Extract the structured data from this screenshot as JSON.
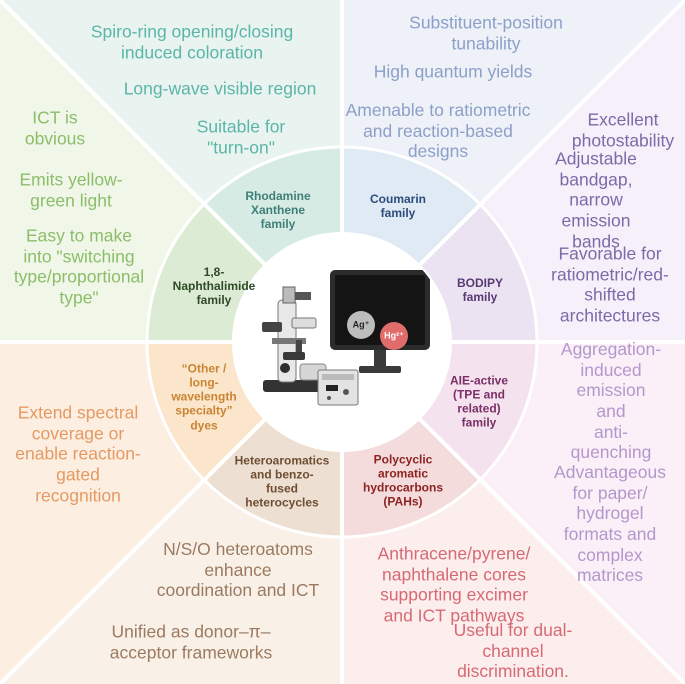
{
  "center": {
    "monitor_labels": [
      "Ag⁺",
      "Hg²⁺"
    ]
  },
  "families": [
    {
      "id": "rhodamine",
      "label": "Rhodamine\nXanthene\nfamily",
      "color": "#3f7f78"
    },
    {
      "id": "coumarin",
      "label": "Coumarin\nfamily",
      "color": "#2c4c7c"
    },
    {
      "id": "bodipy",
      "label": "BODIPY\nfamily",
      "color": "#583a74"
    },
    {
      "id": "aie",
      "label": "AIE-active\n(TPE and\nrelated)\nfamily",
      "color": "#7a2f66"
    },
    {
      "id": "pah",
      "label": "Polycyclic\naromatic\nhydrocarbons\n(PAHs)",
      "color": "#8b2423"
    },
    {
      "id": "hetero",
      "label": "Heteroaromatics\nand benzo-\nfused\nheterocycles",
      "color": "#6e4e33"
    },
    {
      "id": "other",
      "label": "“Other /\nlong-\nwavelength\nspecialty”\ndyes",
      "color": "#c98532"
    },
    {
      "id": "naphthalimide",
      "label": "1,8-\nNaphthalimide\nfamily",
      "color": "#2e4a26"
    }
  ],
  "features": {
    "rhodamine": [
      "Spiro-ring opening/closing\ninduced coloration",
      "Long-wave visible region",
      "Suitable for\n\"turn-on\""
    ],
    "coumarin": [
      "Substituent-position tunability",
      "High quantum yields",
      "Amenable to ratiometric\nand reaction-based\ndesigns"
    ],
    "bodipy": [
      "Excellent\nphotostability",
      "Adjustable\nbandgap, narrow\nemission bands",
      "Favorable for\nratiometric/red-\nshifted\narchitectures"
    ],
    "aie": [
      "Aggregation-\ninduced\nemission and\nanti-quenching",
      "Advantageous\nfor paper/\nhydrogel\nformats and\ncomplex\nmatrices"
    ],
    "pah": [
      "Anthracene/pyrene/\nnaphthalene cores\nsupporting excimer\nand ICT pathways",
      "Useful for dual-\nchannel discrimination."
    ],
    "hetero": [
      "N/S/O heteroatoms\nenhance\ncoordination and ICT",
      "Unified as donor–π–\nacceptor frameworks"
    ],
    "other": [
      "Extend spectral\ncoverage or\nenable reaction-\ngated\nrecognition"
    ],
    "naphthalimide": [
      "ICT is\nobvious",
      "Emits yellow-\ngreen light",
      "Easy to make\ninto \"switching\ntype/proportional\ntype\""
    ]
  },
  "colors": {
    "rhodamine": "#5bb5a8",
    "coumarin": "#8ca0c8",
    "bodipy": "#7d6aa8",
    "aie": "#b497cc",
    "pah": "#d66a74",
    "hetero": "#9c7a60",
    "other": "#e49a62",
    "naphthalimide": "#8cbd6a"
  }
}
